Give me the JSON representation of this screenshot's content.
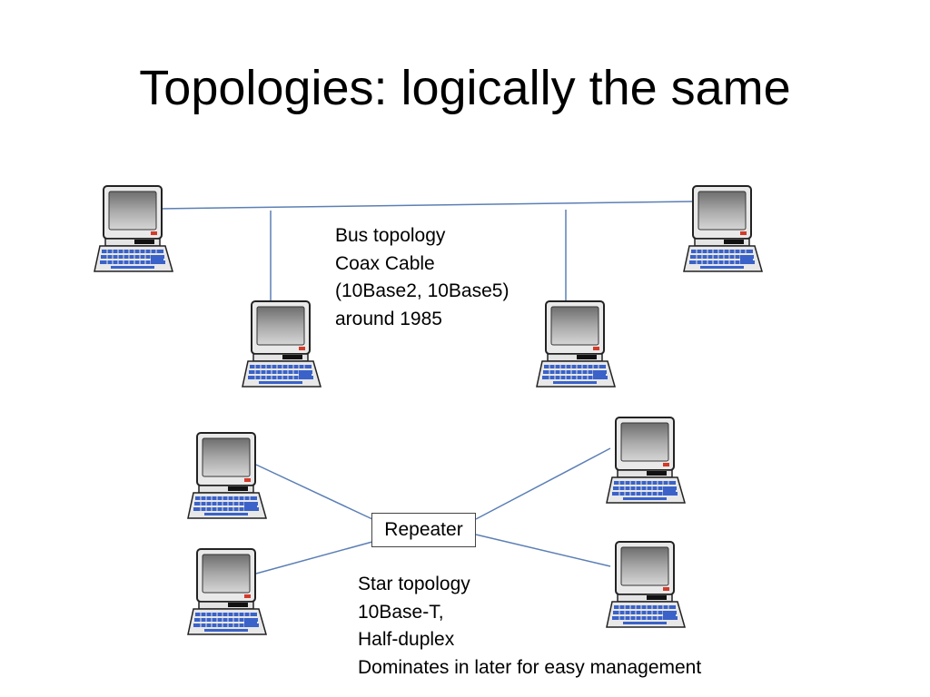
{
  "slide": {
    "title": "Topologies: logically the same"
  },
  "bus_topology": {
    "notes": [
      "Bus topology",
      "Coax Cable",
      "(10Base2, 10Base5)",
      "around 1985"
    ]
  },
  "star_topology": {
    "hub_label": "Repeater",
    "notes": [
      "Star topology",
      "10Base-T,",
      "Half-duplex",
      "Dominates in later for easy management"
    ]
  },
  "icons": {
    "computer": "desktop-computer-icon"
  },
  "colors": {
    "link_line": "#5b7fb5",
    "screen": "#8c8c8c",
    "keyboard_keys": "#3a62c9",
    "power_light": "#d43a2a"
  }
}
